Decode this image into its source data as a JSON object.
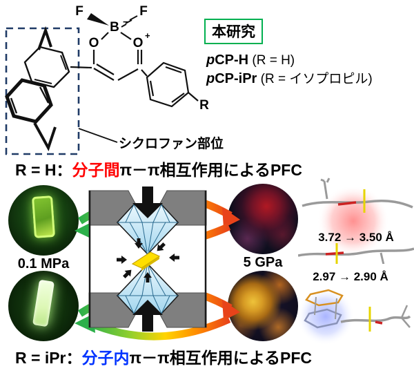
{
  "legend": {
    "title": "本研究",
    "compounds": [
      {
        "prefix": "p",
        "name": "CP-H",
        "detail": " (R = H)"
      },
      {
        "prefix": "p",
        "name": "CP-iPr",
        "detail": " (R = イソプロピル)"
      }
    ]
  },
  "molecule": {
    "atoms": {
      "f_left": "F",
      "f_right": "F",
      "boron": "B",
      "boron_charge": "−",
      "o_left": "O",
      "o_right": "O",
      "o_right_charge": "+",
      "r_group": "R"
    },
    "cyclophane_label": "シクロファン部位"
  },
  "headings": {
    "h": {
      "lead": "R = H：",
      "em": "分子間",
      "rest": "π－π相互作用によるPFC"
    },
    "ipr": {
      "lead": "R = iPr：",
      "em": "分子内",
      "rest": "π－π相互作用によるPFC"
    }
  },
  "photos": {
    "ambient_label": "0.1 MPa",
    "high_label": "5 GPa"
  },
  "distances": {
    "inter": "3.72 → 3.50 Å",
    "intra": "2.97 → 2.90 Å"
  },
  "colors": {
    "em_red": "#ff0000",
    "em_blue": "#0033ff",
    "work_box_green": "#00b050",
    "dashed_box_navy": "#1f3a66",
    "arrow_green": "#2db04b",
    "arrow_red": "#e8431a",
    "diamond_blue": "#bfe2f5",
    "anvil_gray": "#7f7f7f",
    "sample_yellow": "#ffdf00"
  },
  "icons": {
    "diamond_anvils": "brilliant-cut-diamond",
    "compression_arrows": "black-inward-arrows",
    "pressure_cycle": "green-to-orange-cycle-arrows",
    "glow_inter": "red-pi-stack-glow",
    "glow_intra": "blue-pi-stack-glow"
  }
}
